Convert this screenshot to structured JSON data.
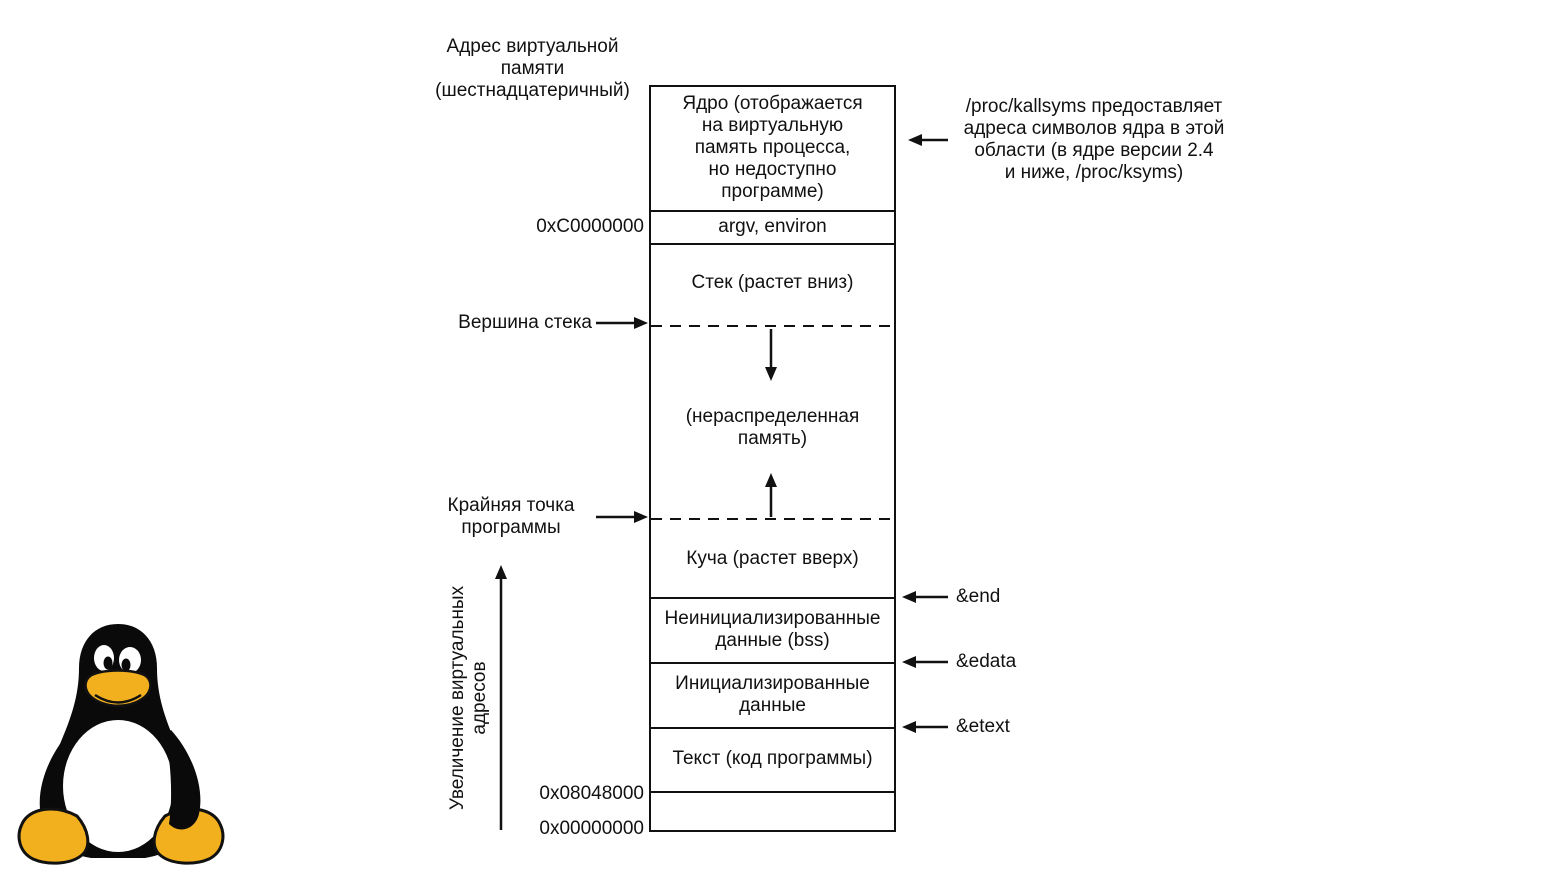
{
  "colors": {
    "ink": "#111111",
    "background": "#ffffff",
    "tux_yellow": "#f2b01e",
    "tux_black": "#0a0a0a"
  },
  "axis": {
    "title": "Адрес виртуальной\nпамяти\n(шестнадцатеричный)",
    "growth_label": "Увеличение виртуальных\nадресов"
  },
  "sections": {
    "kernel": "Ядро (отображается\nна виртуальную\nпамять процесса,\nно недоступно\nпрограмме)",
    "argv_environ": "argv, environ",
    "stack": "Стек (растет вниз)",
    "unallocated": "(нераспределенная\nпамять)",
    "heap": "Куча (растет вверх)",
    "bss": "Неинициализированные\nданные (bss)",
    "initialized_data": "Инициализированные\nданные",
    "program_text": "Текст (код программы)"
  },
  "addresses": {
    "kernel_base": "0xC0000000",
    "text_start": "0x08048000",
    "zero": "0x00000000"
  },
  "pointers": {
    "stack_top": "Вершина стека",
    "program_break": "Крайняя точка\nпрограммы",
    "end_symbol": "&end",
    "edata_symbol": "&edata",
    "etext_symbol": "&etext"
  },
  "annotations": {
    "kallsyms": "/proc/kallsyms предоставляет\nадреса символов ядра в этой\nобласти (в ядре версии 2.4\nи ниже, /proc/ksyms)"
  },
  "logo": {
    "name": "tux-penguin"
  }
}
